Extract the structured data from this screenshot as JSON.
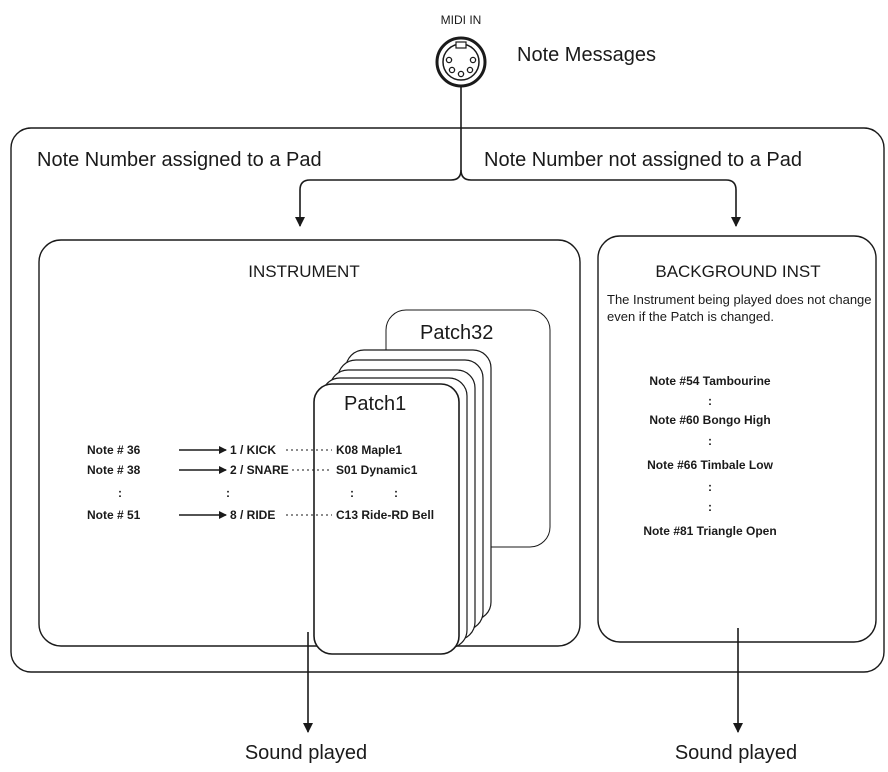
{
  "midi": {
    "label": "MIDI IN",
    "messages": "Note Messages"
  },
  "branches": {
    "assigned": "Note Number assigned to a Pad",
    "not_assigned": "Note Number not assigned to a Pad"
  },
  "instrument": {
    "title": "INSTRUMENT",
    "patch_last": "Patch32",
    "patch_first": "Patch1",
    "rows": [
      {
        "note": "Note # 36",
        "pad": "1 / KICK",
        "inst": "K08 Maple1"
      },
      {
        "note": "Note # 38",
        "pad": "2 / SNARE",
        "inst": "S01 Dynamic1"
      },
      {
        "note": "Note # 51",
        "pad": "8 / RIDE",
        "inst": "C13 Ride-RD Bell"
      }
    ],
    "ellipsis": ":"
  },
  "background": {
    "title": "BACKGROUND INST",
    "description": "The Instrument being played does not change even if the Patch is changed.",
    "notes": [
      "Note #54 Tambourine",
      "Note #60 Bongo High",
      "Note #66 Timbale Low",
      "Note #81 Triangle Open"
    ],
    "ellipsis": ":"
  },
  "outputs": {
    "left": "Sound played",
    "right": "Sound played"
  }
}
